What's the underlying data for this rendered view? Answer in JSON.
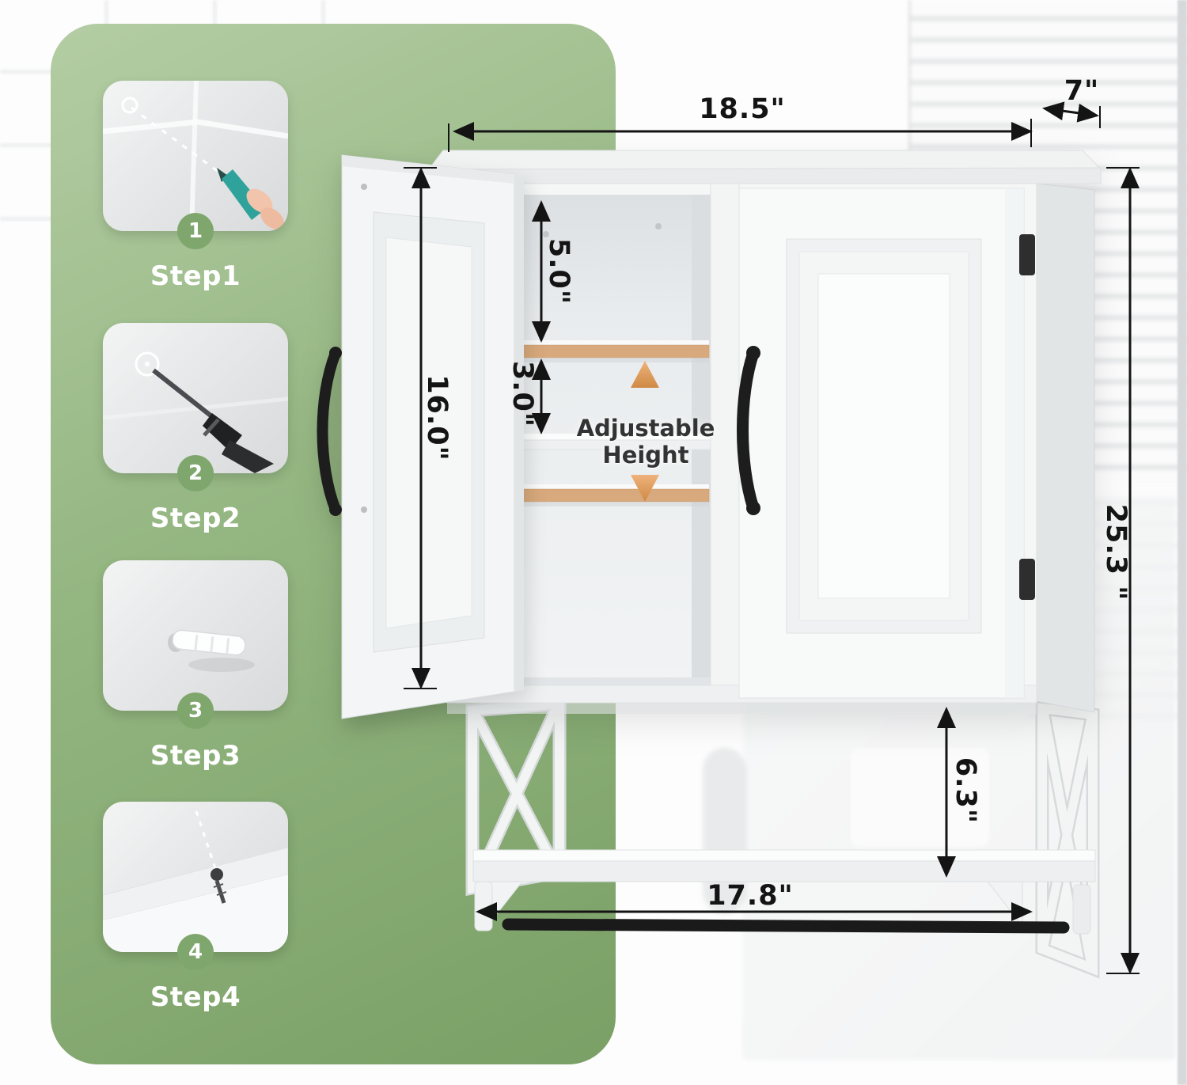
{
  "colors": {
    "accent_green": "#7fa76d",
    "panel_green_top": "#b4cda4",
    "panel_green_bottom": "#7aa066",
    "dimension_text": "#141414",
    "arrow_orange": "#dd9a55",
    "hardware_black": "#1d1d1d",
    "cabinet_white": "#f6f7f7"
  },
  "steps": [
    {
      "number": "1",
      "label": "Step1"
    },
    {
      "number": "2",
      "label": "Step2"
    },
    {
      "number": "3",
      "label": "Step3"
    },
    {
      "number": "4",
      "label": "Step4"
    }
  ],
  "dimensions": {
    "width_top": "18.5\"",
    "depth": "7\"",
    "height": "25.3 \"",
    "door_height": "16.0\"",
    "top_gap": "5.0\"",
    "shelf_gap": "3.0\"",
    "lower_gap": "6.3\"",
    "bottom_width": "17.8\""
  },
  "annotations": {
    "adjustable_height": "Adjustable Height"
  }
}
